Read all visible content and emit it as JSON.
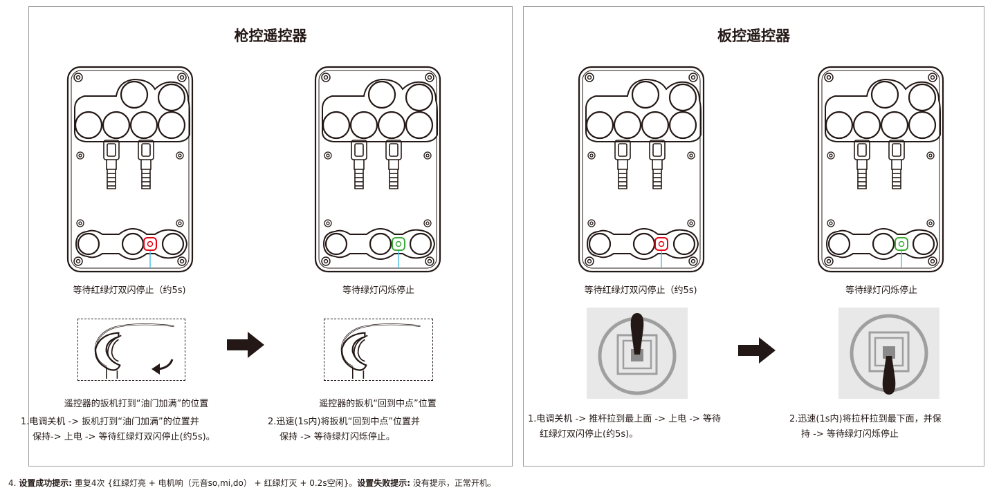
{
  "left_panel": {
    "title": "枪控遥控器",
    "led_caption_1": "等待红绿灯双闪停止（约5s)",
    "led_caption_2": "等待绿灯闪烁停止",
    "trigger_caption_1": "遥控器的扳机打到“油门加满”的位置",
    "trigger_caption_2": "遥控器的扳机“回到中点”位置",
    "step1_line1": "1.电调关机 -> 扳机打到“油门加满”的位置并",
    "step1_line2": "保持-> 上电 -> 等待红绿灯双闪停止(约5s)。",
    "step2_line1": "2.迅速(1s内)将扳机“回到中点”位置并",
    "step2_line2": "保持 -> 等待绿灯闪烁停止。"
  },
  "right_panel": {
    "title": "板控遥控器",
    "led_caption_1": "等待红绿灯双闪停止（约5s)",
    "led_caption_2": "等待绿灯闪烁停止",
    "step1_line1": "1.电调关机 -> 推杆拉到最上面 -> 上电 -> 等待",
    "step1_line2": "红绿灯双闪停止(约5s)。",
    "step2_line1": "2.迅速(1s内)将拉杆拉到最下面，并保",
    "step2_line2": "持 -> 等待绿灯闪烁停止"
  },
  "footer": {
    "prefix": "4. ",
    "success_label": "设置成功提示:",
    "success_text": " 重复4次 {红绿灯亮 + 电机响（元音so,mi,do） + 红绿灯灭 + 0.2s空闲}。",
    "fail_label": "设置失败提示:",
    "fail_text": " 没有提示，正常开机。"
  },
  "colors": {
    "led_red": "#e60012",
    "led_green": "#3aa935",
    "led_pointer": "#4fc1e9",
    "arrow": "#231815"
  },
  "icons": [
    "esc-board-diagram",
    "pistol-trigger-diagram",
    "stick-gimbal-diagram",
    "arrow-right-icon"
  ]
}
